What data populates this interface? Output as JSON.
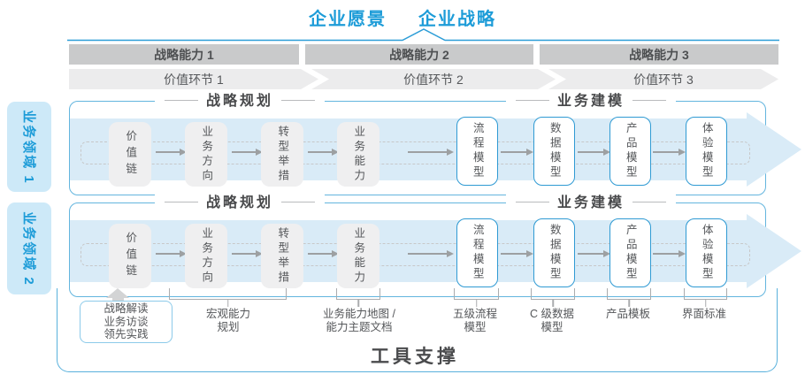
{
  "colors": {
    "accent_blue": "#1d9cd8",
    "panel_border_blue": "#63b5de",
    "model_box_border_blue": "#2f9ad3",
    "flow_band_blue": "#d9ebf7",
    "domain_label_bg": "#cde9f8",
    "capability_bar_gray": "#c9cacb",
    "value_chain_bar_gray": "#ececed",
    "dark_text": "#48494b",
    "body_text": "#55575a",
    "arrow_gray": "#9da0a2"
  },
  "header": {
    "vision": "企业愿景",
    "strategy": "企业战略"
  },
  "capability_bars": [
    "战略能力 1",
    "战略能力 2",
    "战略能力 3"
  ],
  "value_chain_bars": [
    "价值环节 1",
    "价值环节 2",
    "价值环节 3"
  ],
  "domains": [
    "业务领域 1",
    "业务领域 2"
  ],
  "row_sections": {
    "planning": "战略规划",
    "modeling": "业务建模"
  },
  "planning_boxes": [
    "价值链",
    "业务方向",
    "转型举措",
    "业务能力"
  ],
  "modeling_boxes": [
    "流程模型",
    "数据模型",
    "产品模型",
    "体验模型"
  ],
  "annotations": {
    "sources_box": "战略解读\n业务访谈\n领先实践",
    "macro_capability": "宏观能力\n规划",
    "capability_map": "业务能力地图 /\n能力主题文档",
    "process_model": "五级流程\n模型",
    "data_model": "C 级数据\n模型",
    "product_template": "产品模板",
    "ui_standard": "界面标准"
  },
  "footer": {
    "tool_support": "工具支撑"
  }
}
